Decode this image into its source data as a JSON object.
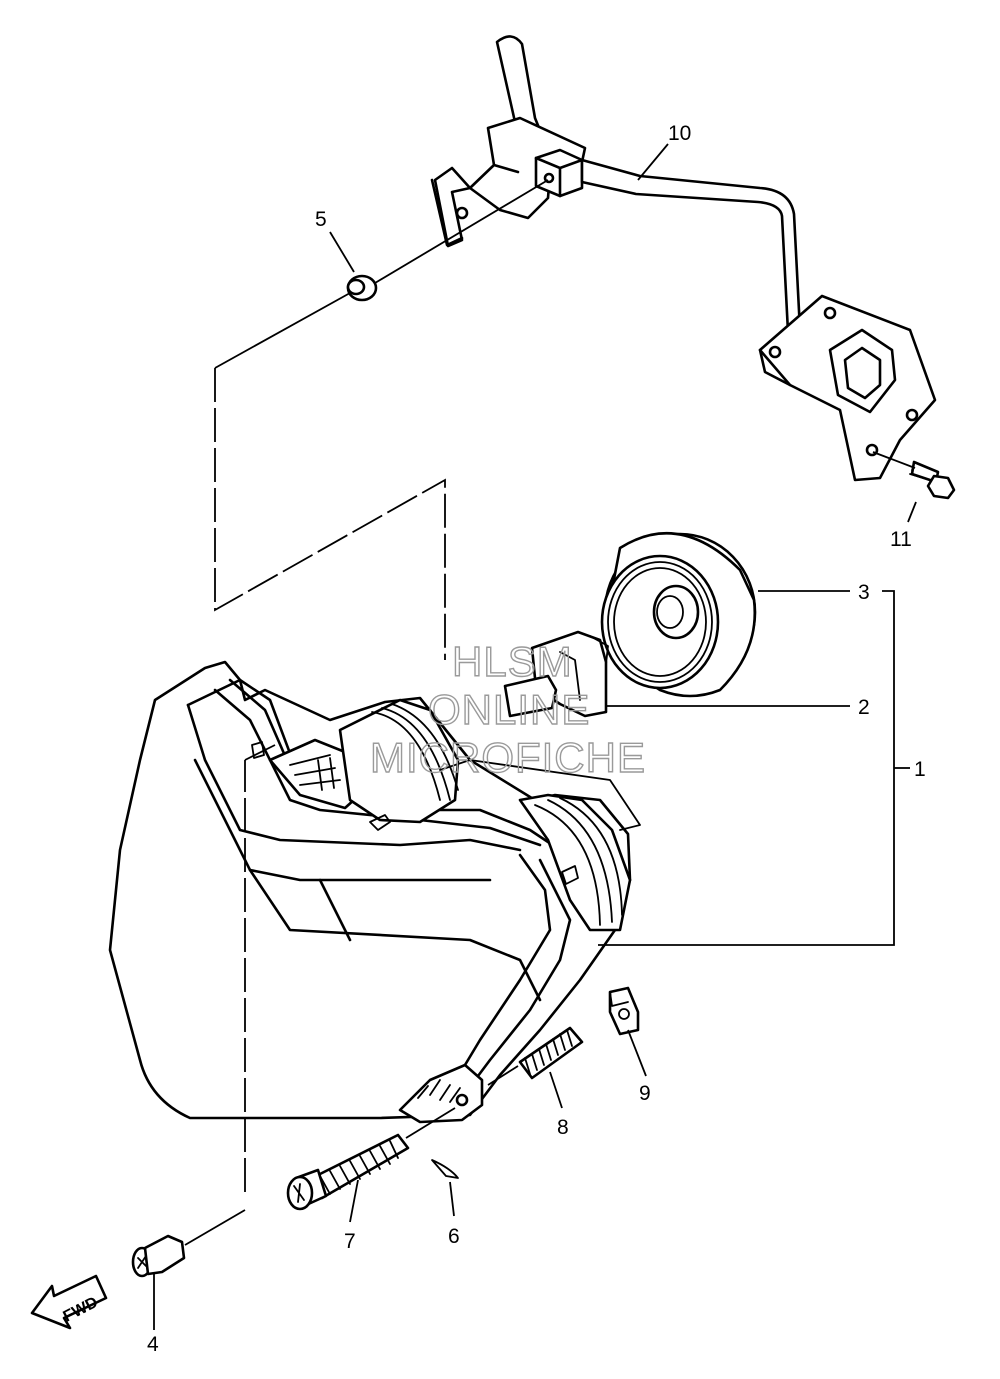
{
  "callouts": {
    "c1": "1",
    "c2": "2",
    "c3": "3",
    "c4": "4",
    "c5": "5",
    "c6": "6",
    "c7": "7",
    "c8": "8",
    "c9": "9",
    "c10": "10",
    "c11": "11"
  },
  "watermark": {
    "line1": "HLSM",
    "line2": "ONLINE",
    "line3": "MICROFICHE"
  },
  "fwd_label": "FWD"
}
